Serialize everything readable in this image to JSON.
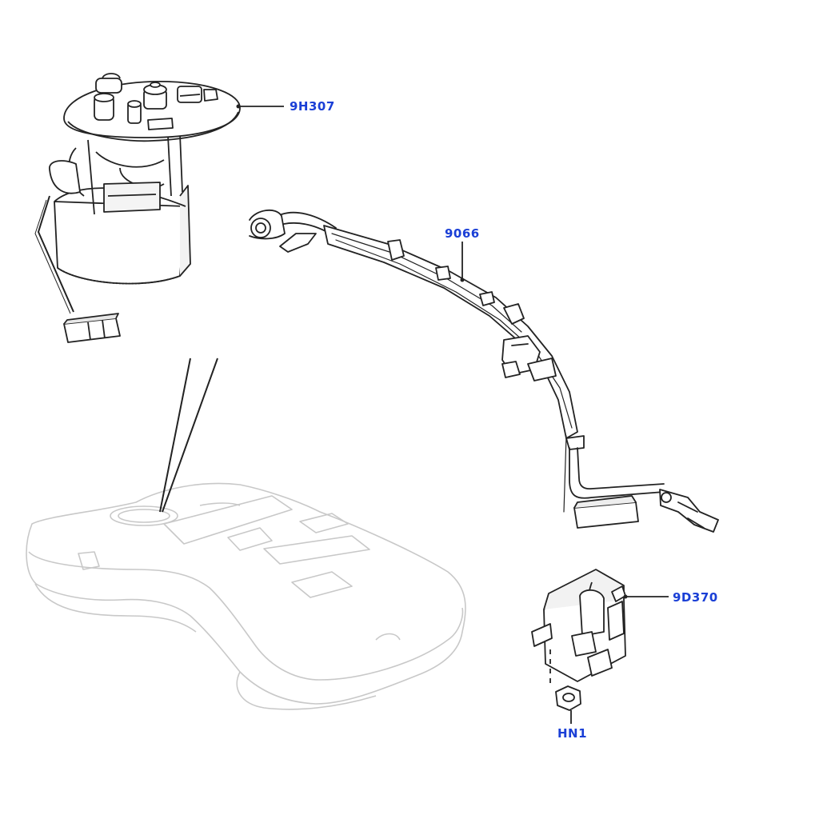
{
  "callouts": {
    "fuel_pump_module": "9H307",
    "fuel_level_sender": "9066",
    "fuel_pump_control_module": "9D370",
    "nut": "HN1"
  },
  "colors": {
    "label": "#1a3fd6",
    "line_art": "#222222",
    "ghost_tank": "#c8c8c8",
    "background": "#ffffff"
  }
}
